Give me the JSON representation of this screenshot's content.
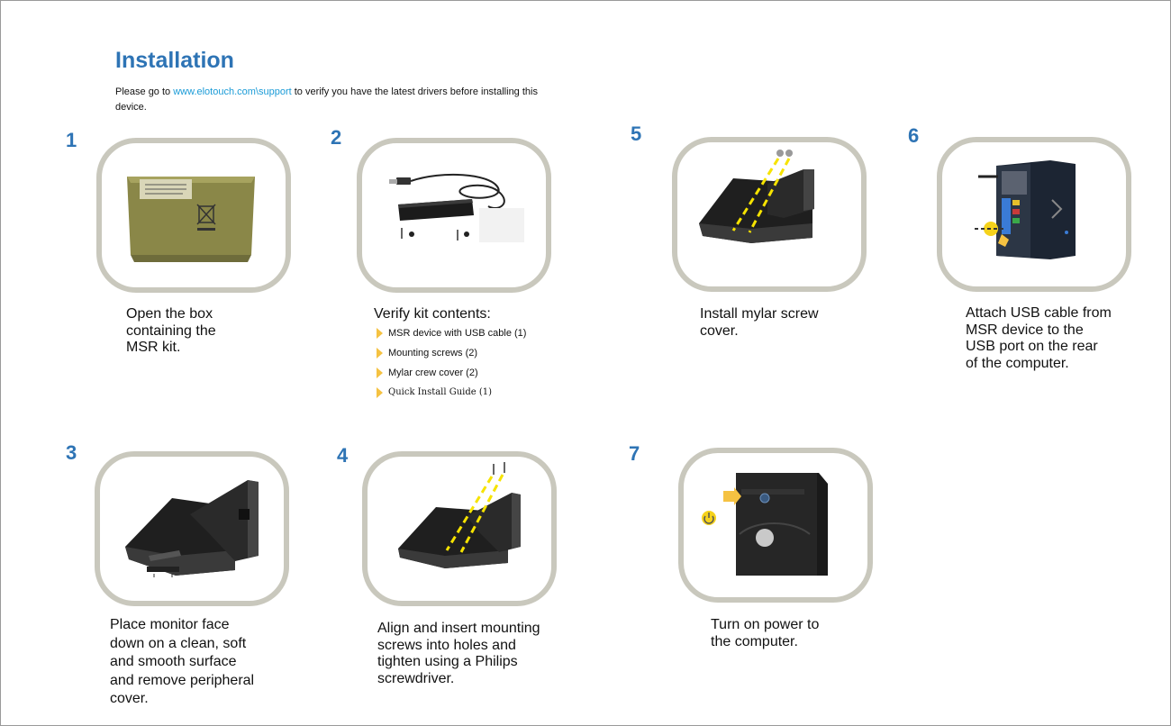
{
  "header": {
    "title": "Installation",
    "intro_before": "Please go to ",
    "intro_link": "www.elotouch.com\\support",
    "intro_after": " to verify you have the latest drivers before installing this device."
  },
  "steps": [
    {
      "number": "1",
      "caption": [
        "Open the box",
        "containing the",
        "MSR kit."
      ]
    },
    {
      "number": "2",
      "caption": [
        "Verify kit contents:"
      ],
      "items": [
        "MSR device with USB cable (1)",
        "Mounting screws (2)",
        "Mylar crew cover (2)",
        "Quick Install Guide (1)"
      ]
    },
    {
      "number": "3",
      "caption": [
        "Place monitor face",
        "down on a clean, soft",
        "and smooth surface",
        "and remove peripheral",
        "cover."
      ]
    },
    {
      "number": "4",
      "caption": [
        "Align and insert mounting",
        "screws into holes and",
        "tighten using a Philips",
        "screwdriver."
      ]
    },
    {
      "number": "5",
      "caption": [
        "Install mylar screw",
        "cover."
      ]
    },
    {
      "number": "6",
      "caption": [
        "Attach USB cable from",
        "MSR device to the",
        "USB port on the rear",
        "of the computer."
      ]
    },
    {
      "number": "7",
      "caption": [
        "Turn on power to",
        "the computer."
      ]
    }
  ],
  "colors": {
    "accent": "#2e74b5",
    "link": "#1a9bd7",
    "frame": "#c9c8bd",
    "arrow": "#f5c242",
    "guide": "#f6e300"
  },
  "icons": [
    "box-icon",
    "msr-device-icon",
    "monitor-stand-icon",
    "mylar-cover-icon",
    "computer-tower-icon",
    "power-button-icon",
    "bullet-arrow-icon"
  ]
}
